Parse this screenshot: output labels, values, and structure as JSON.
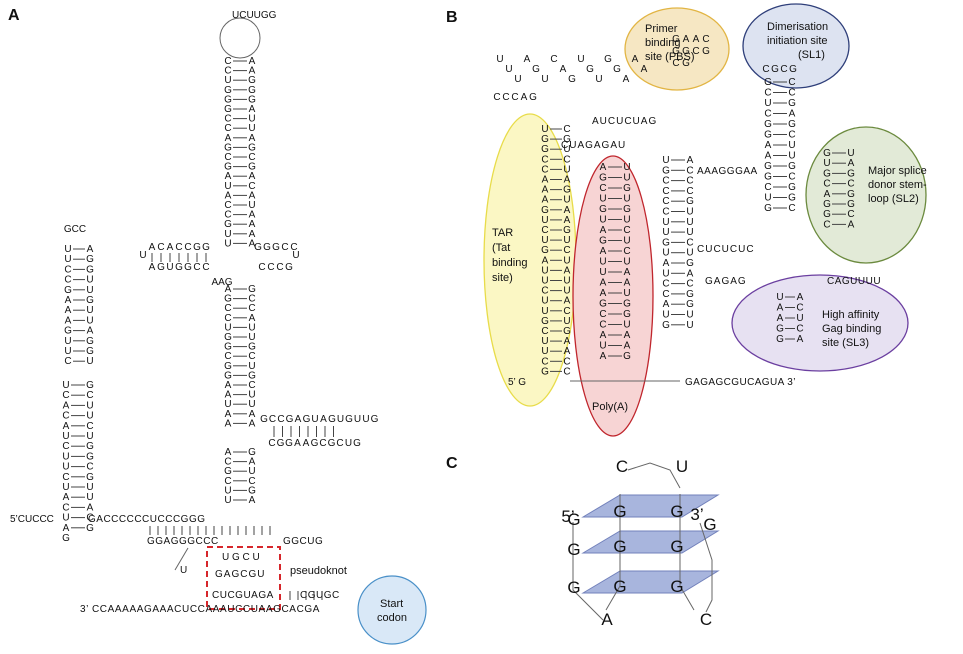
{
  "panels": {
    "a": {
      "label": "A",
      "five_prime": "5’CUCCC",
      "bottom_strand": "3’ CCAAAAAGAAACUCCAAAUCCUAAGCACGA",
      "pseudoknot_label": "pseudoknot",
      "start_codon_label": [
        "Start",
        "codon"
      ],
      "left_stem_labels": [
        "GACCCCCCUCCCGGG",
        "GGAGGGCCC",
        "GAGCGU",
        "CUCGUAGA",
        "CGUGC",
        "GGCUG"
      ],
      "main_hairpin_top": "UCUUGG"
    },
    "b": {
      "label": "B",
      "regions": [
        {
          "id": "pbs",
          "lines": [
            "Primer",
            "binding",
            "site (PBS)"
          ],
          "color": "#f6e7c3",
          "stroke": "#e2b544"
        },
        {
          "id": "dis",
          "lines": [
            "Dimerisation",
            "initiation site",
            "(SL1)"
          ],
          "color": "#dde3f1",
          "stroke": "#2f3f7a"
        },
        {
          "id": "sl2",
          "lines": [
            "Major splice",
            "donor stem-",
            "loop (SL2)"
          ],
          "color": "#e2ead7",
          "stroke": "#6b8a3e"
        },
        {
          "id": "sl3",
          "lines": [
            "High affinity",
            "Gag binding",
            "site (SL3)"
          ],
          "color": "#e7e1f2",
          "stroke": "#6b3fa0"
        },
        {
          "id": "tar",
          "lines": [
            "TAR",
            "(Tat",
            "binding",
            "site)"
          ],
          "color": "#fbf7c4",
          "stroke": "#e8dc4a"
        },
        {
          "id": "polya",
          "lines": [
            "Poly(A)"
          ],
          "color": "#f7d4d4",
          "stroke": "#c0262d"
        }
      ],
      "five_prime": "5’",
      "three_prime_tail": "GAGAGCGUCAGUA 3’",
      "sequences": [
        "AUCUCUAG",
        "CUAGAGAU",
        "CUCUCUC",
        "GAGAG",
        "AAAGGGAA",
        "CAGUUUU"
      ]
    },
    "c": {
      "label": "C",
      "loop": [
        "C",
        "U"
      ],
      "five_prime": "5’",
      "three_prime": "3’",
      "left_column": [
        "G",
        "G",
        "G",
        "G"
      ],
      "right_column": [
        "G",
        "G",
        "G"
      ],
      "bottom_loops": [
        "A",
        "C"
      ],
      "tetrad_color": "#9aa9d8"
    }
  }
}
